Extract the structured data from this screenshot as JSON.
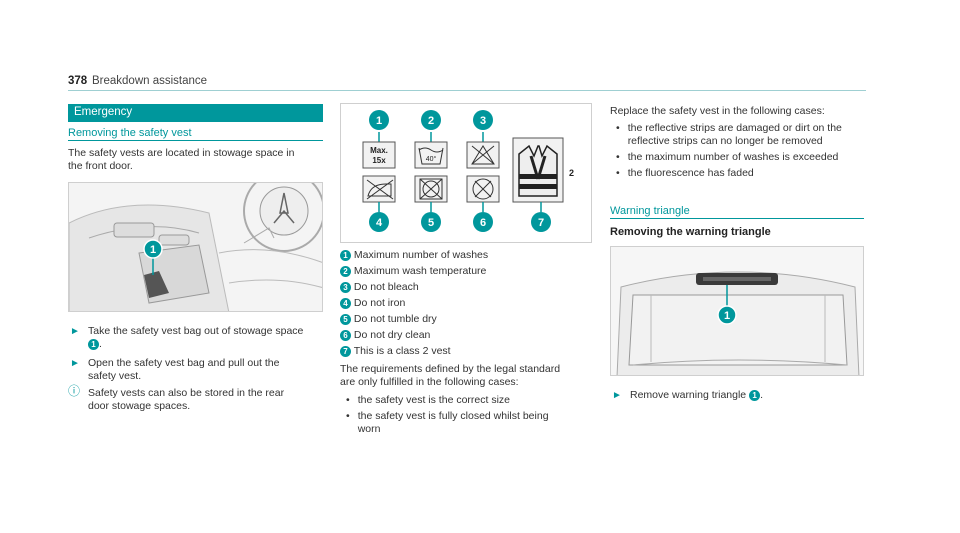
{
  "header": {
    "page_number": "378",
    "title": "Breakdown assistance"
  },
  "col1": {
    "section_label": "Emergency",
    "subhead": "Removing the safety vest",
    "intro": [
      "The safety vests are located in stowage space in",
      "the front door."
    ],
    "photo_badge": "1",
    "steps": [
      {
        "lines": [
          "Take the safety vest bag out of stowage space"
        ],
        "badge": "1",
        "trail": "."
      },
      {
        "lines": [
          "Open the safety vest bag and pull out the",
          "safety vest."
        ]
      }
    ],
    "note": [
      "Safety vests can also be stored in the rear",
      "door stowage spaces."
    ]
  },
  "col2": {
    "figure": {
      "top_badges": [
        "1",
        "2",
        "3"
      ],
      "bottom_badges": [
        "4",
        "5",
        "6",
        "7"
      ],
      "max_label": "Max.",
      "max_count": "15x",
      "temp_label": "40°",
      "class_label": "2"
    },
    "legend": [
      {
        "n": "1",
        "text": "Maximum number of washes"
      },
      {
        "n": "2",
        "text": "Maximum wash temperature"
      },
      {
        "n": "3",
        "text": "Do not bleach"
      },
      {
        "n": "4",
        "text": "Do not iron"
      },
      {
        "n": "5",
        "text": "Do not tumble dry"
      },
      {
        "n": "6",
        "text": "Do not dry clean"
      },
      {
        "n": "7",
        "text": "This is a class 2 vest"
      }
    ],
    "req_text": [
      "The requirements defined by the legal standard",
      "are only fulfilled in the following cases:"
    ],
    "req_items": [
      [
        "the safety vest is the correct size"
      ],
      [
        "the safety vest is fully closed whilst being",
        "worn"
      ]
    ]
  },
  "col3": {
    "replace_intro": "Replace the safety vest in the following cases:",
    "replace_items": [
      [
        "the reflective strips are damaged or dirt on the",
        "reflective strips can no longer be removed"
      ],
      [
        "the maximum number of washes is exceeded"
      ],
      [
        "the fluorescence has faded"
      ]
    ],
    "subhead": "Warning triangle",
    "bold_head": "Removing the warning triangle",
    "photo_badge": "1",
    "step": {
      "text": "Remove warning triangle",
      "badge": "1",
      "trail": "."
    }
  },
  "colors": {
    "accent": "#00979c",
    "rule": "#9fcfd2"
  }
}
